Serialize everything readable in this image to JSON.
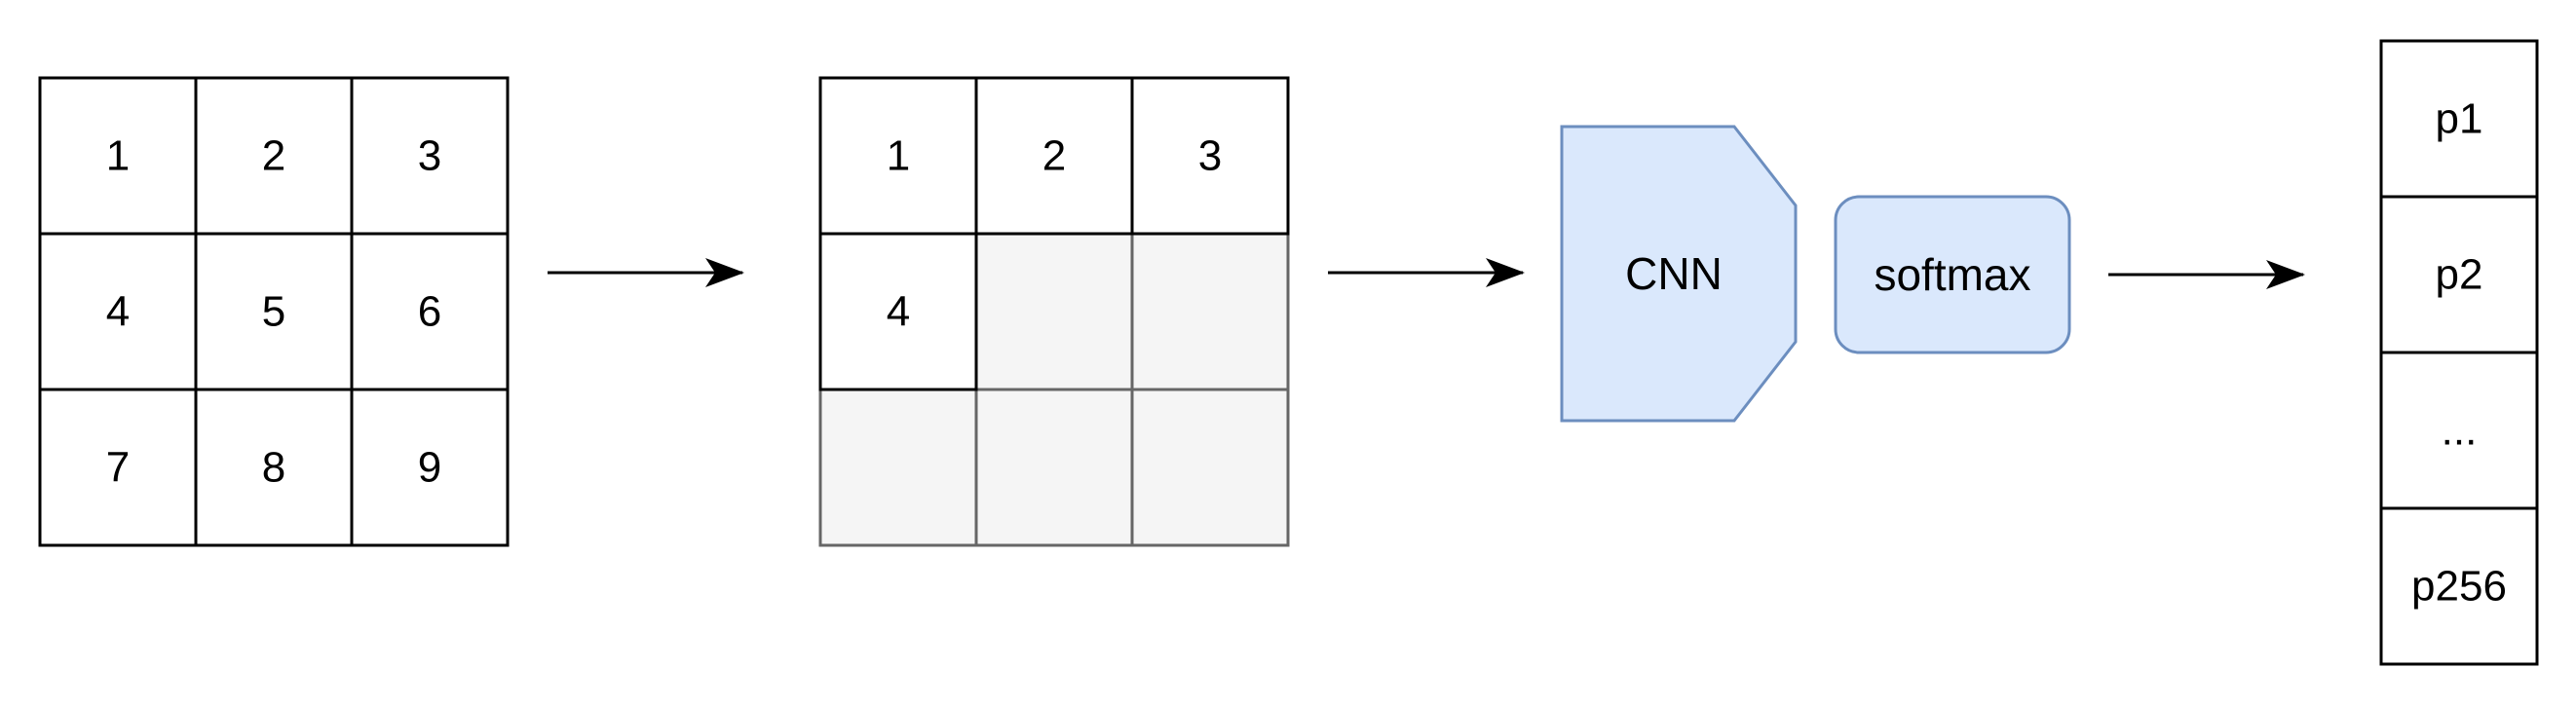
{
  "diagram": {
    "input_grid": {
      "cells": [
        "1",
        "2",
        "3",
        "4",
        "5",
        "6",
        "7",
        "8",
        "9"
      ]
    },
    "partial_grid": {
      "cells": [
        "1",
        "2",
        "3",
        "4",
        "",
        "",
        "",
        "",
        ""
      ],
      "filled_count": 4
    },
    "cnn_block": {
      "label": "CNN"
    },
    "softmax_block": {
      "label": "softmax"
    },
    "output_vector": {
      "cells": [
        "p1",
        "p2",
        "...",
        "p256"
      ]
    },
    "colors": {
      "line": "#000000",
      "empty_cell_fill": "#f5f5f5",
      "empty_cell_stroke": "#666666",
      "block_fill": "#dae8fc",
      "block_stroke": "#6c8ebf"
    }
  }
}
